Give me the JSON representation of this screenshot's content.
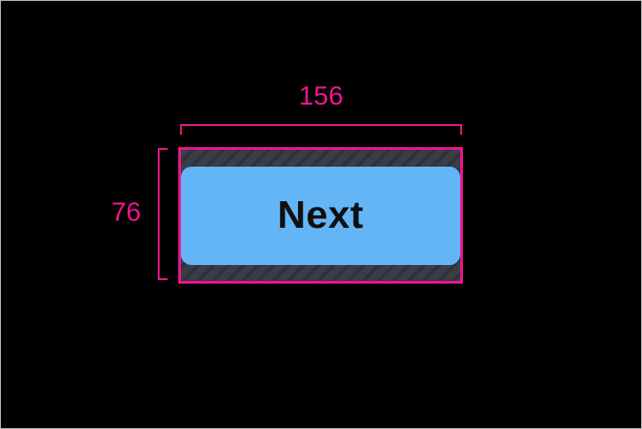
{
  "canvas": {
    "background": "#000000",
    "border_color": "#bdbdbd"
  },
  "measurements": {
    "accent_color": "#F0148F",
    "width": {
      "label": "156"
    },
    "height": {
      "label": "76"
    }
  },
  "padding_overlay": {
    "base_color": "#383D46",
    "stripe_color": "#2E333B"
  },
  "button": {
    "label": "Next",
    "background": "#64B5F6",
    "text_color": "#101010"
  }
}
